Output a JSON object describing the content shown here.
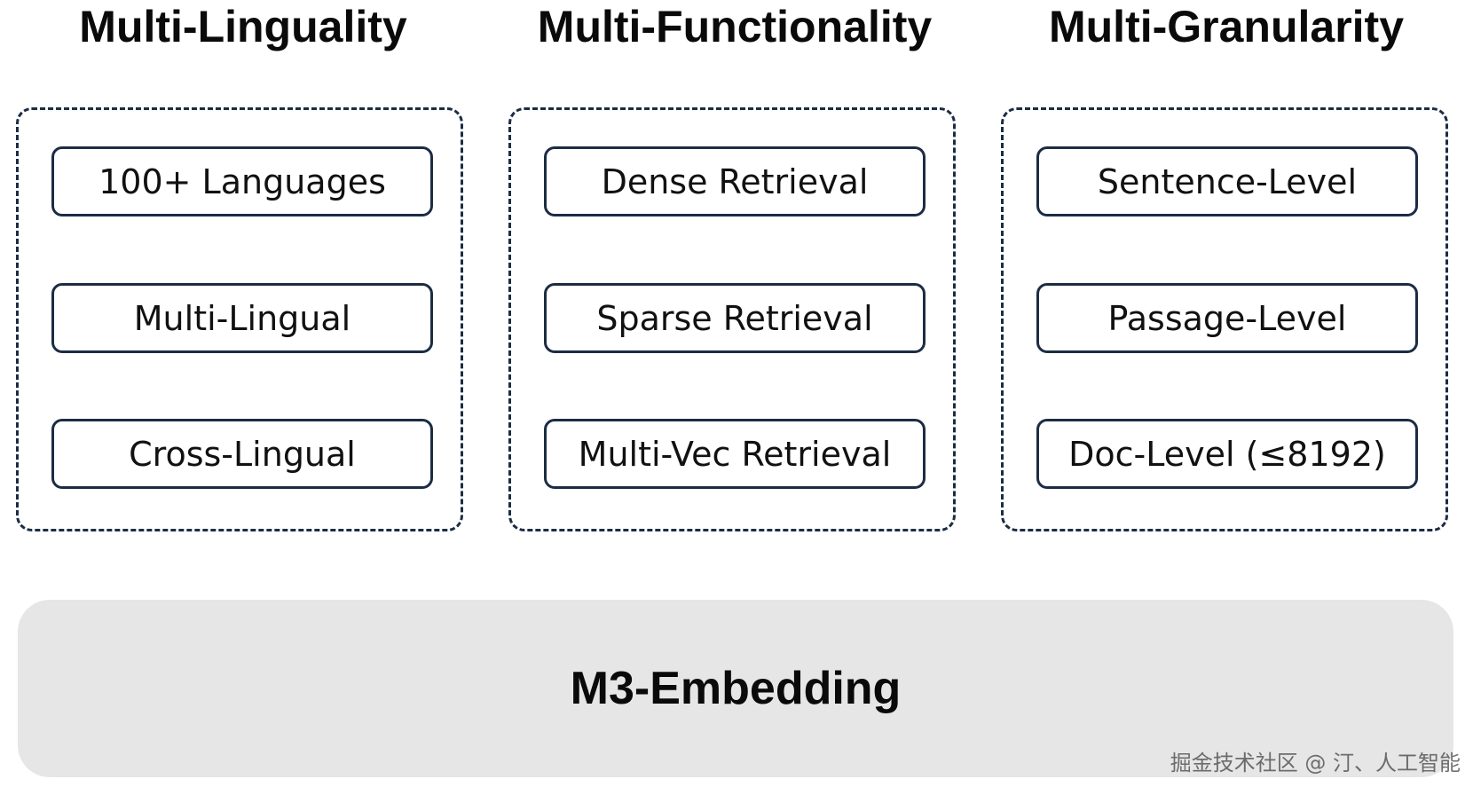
{
  "columns": [
    {
      "title": "Multi-Linguality",
      "items": [
        "100+ Languages",
        "Multi-Lingual",
        "Cross-Lingual"
      ]
    },
    {
      "title": "Multi-Functionality",
      "items": [
        "Dense Retrieval",
        "Sparse Retrieval",
        "Multi-Vec Retrieval"
      ]
    },
    {
      "title": "Multi-Granularity",
      "items": [
        "Sentence-Level",
        "Passage-Level",
        "Doc-Level (≤8192)"
      ]
    }
  ],
  "base": {
    "label": "M3-Embedding"
  },
  "watermark": "掘金技术社区 @ 汀、人工智能",
  "colors": {
    "border": "#1c2c44",
    "base_fill": "#e6e6e6"
  }
}
